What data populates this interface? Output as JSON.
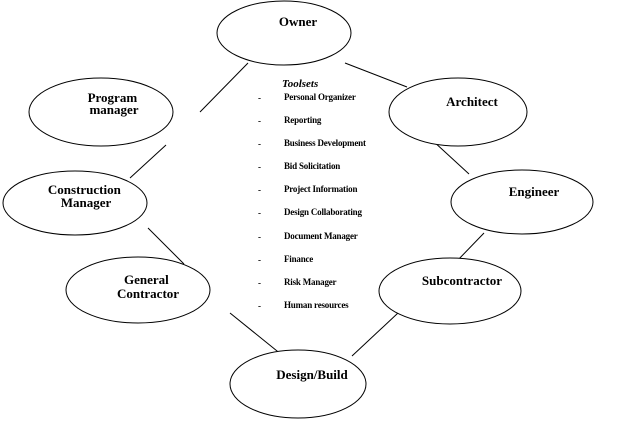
{
  "diagram": {
    "nodes": {
      "owner": "Owner",
      "architect": "Architect",
      "program_manager": [
        "Program",
        "manager"
      ],
      "engineer": "Engineer",
      "construction_manager": [
        "Construction",
        "Manager"
      ],
      "subcontractor": "Subcontractor",
      "general_contractor": [
        "General",
        "Contractor"
      ],
      "design_build": "Design/Build"
    },
    "toolsets": {
      "title": "Toolsets",
      "bullet": "-",
      "items": [
        "Personal Organizer",
        "Reporting",
        "Business Development",
        "Bid Solicitation",
        "Project Information",
        "Design Collaborating",
        "Document Manager",
        "Finance",
        "Risk Manager",
        "Human resources"
      ]
    },
    "colors": {
      "stroke": "#000000",
      "fill": "#ffffff",
      "text": "#000000"
    }
  }
}
